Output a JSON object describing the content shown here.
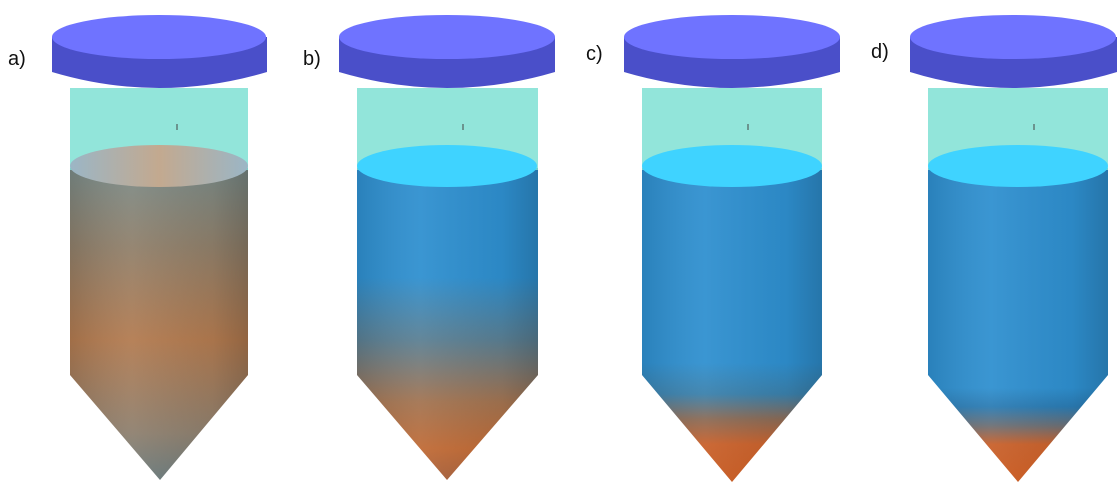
{
  "panels": [
    {
      "label": "a)",
      "state": "fully-mixed",
      "colors": {
        "cap": "#6f73ff",
        "cap_side": "#4a4fc9",
        "headspace": "#7fe0d3",
        "liquid_top": "#86c7e6",
        "clear": "#2e8fcf",
        "sediment": "#b97a4c"
      }
    },
    {
      "label": "b)",
      "state": "settling",
      "colors": {
        "cap": "#6f73ff",
        "cap_side": "#4a4fc9",
        "headspace": "#7fe0d3",
        "liquid_top": "#3fd3ff",
        "clear": "#2e8fcf",
        "sediment": "#c06a35"
      }
    },
    {
      "label": "c)",
      "state": "mostly-settled",
      "colors": {
        "cap": "#6f73ff",
        "cap_side": "#4a4fc9",
        "headspace": "#7fe0d3",
        "liquid_top": "#3fd3ff",
        "clear": "#2e8fcf",
        "sediment": "#cc5a1f"
      }
    },
    {
      "label": "d)",
      "state": "fully-sedimented",
      "colors": {
        "cap": "#6f73ff",
        "cap_side": "#4a4fc9",
        "headspace": "#7fe0d3",
        "liquid_top": "#3fd3ff",
        "clear": "#2e8fcf",
        "sediment": "#cc5a1f"
      }
    }
  ]
}
